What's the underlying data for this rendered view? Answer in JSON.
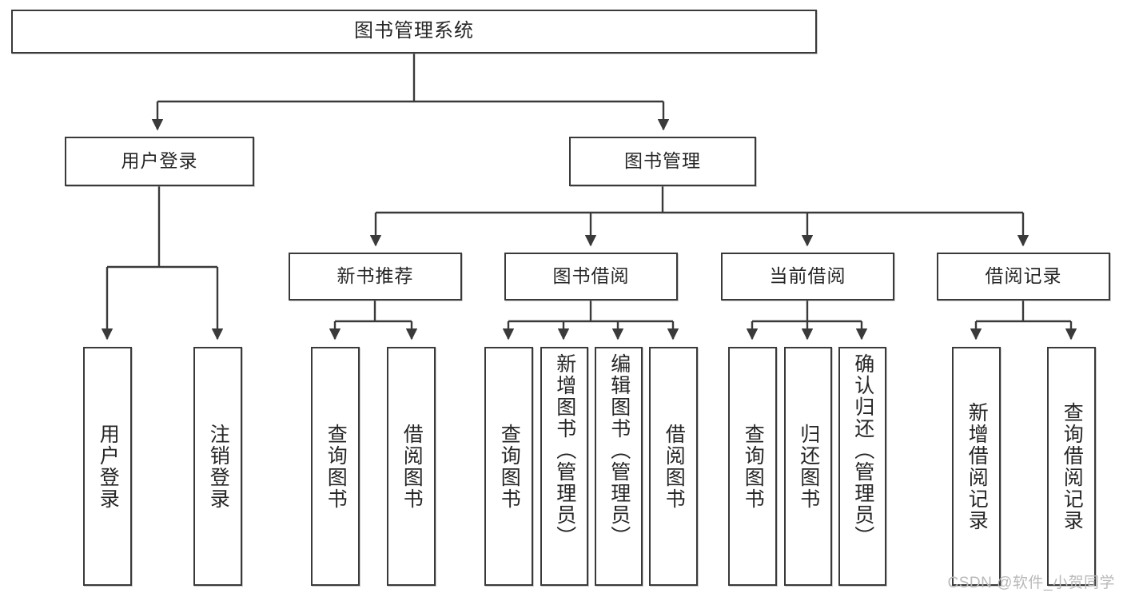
{
  "diagram": {
    "title": "图书管理系统",
    "type": "tree-hierarchy-chart",
    "colors": {
      "background": "#ffffff",
      "node_border": "#3a3a3a",
      "node_fill": "#ffffff",
      "edge": "#3a3a3a",
      "text": "#262626",
      "watermark": "#b9b9b9"
    },
    "levels": {
      "root": "图书管理系统",
      "level2": [
        "用户登录",
        "图书管理"
      ],
      "level3": [
        "新书推荐",
        "图书借阅",
        "当前借阅",
        "借阅记录"
      ]
    },
    "nodes": {
      "root": {
        "label": "图书管理系统"
      },
      "user_login": {
        "label": "用户登录"
      },
      "book_manage": {
        "label": "图书管理"
      },
      "new_book_rec": {
        "label": "新书推荐"
      },
      "book_borrow": {
        "label": "图书借阅"
      },
      "current_borrow": {
        "label": "当前借阅"
      },
      "borrow_record": {
        "label": "借阅记录"
      },
      "leaf_user_login": {
        "label": "用户登录"
      },
      "leaf_logout": {
        "label": "注销登录"
      },
      "leaf_query_book_a": {
        "label": "查询图书"
      },
      "leaf_borrow_book_a": {
        "label": "借阅图书"
      },
      "leaf_query_book_b": {
        "label": "查询图书"
      },
      "leaf_add_book": {
        "label": "新增图书（管理员）"
      },
      "leaf_edit_book": {
        "label": "编辑图书（管理员）"
      },
      "leaf_borrow_book_b": {
        "label": "借阅图书"
      },
      "leaf_query_book_c": {
        "label": "查询图书"
      },
      "leaf_return_book": {
        "label": "归还图书"
      },
      "leaf_confirm_return": {
        "label": "确认归还（管理员）"
      },
      "leaf_add_record": {
        "label": "新增借阅记录"
      },
      "leaf_query_record": {
        "label": "查询借阅记录"
      }
    },
    "edges": [
      {
        "from": "root",
        "to": "user_login"
      },
      {
        "from": "root",
        "to": "book_manage"
      },
      {
        "from": "user_login",
        "to": "leaf_user_login"
      },
      {
        "from": "user_login",
        "to": "leaf_logout"
      },
      {
        "from": "book_manage",
        "to": "new_book_rec"
      },
      {
        "from": "book_manage",
        "to": "book_borrow"
      },
      {
        "from": "book_manage",
        "to": "current_borrow"
      },
      {
        "from": "book_manage",
        "to": "borrow_record"
      },
      {
        "from": "new_book_rec",
        "to": "leaf_query_book_a"
      },
      {
        "from": "new_book_rec",
        "to": "leaf_borrow_book_a"
      },
      {
        "from": "book_borrow",
        "to": "leaf_query_book_b"
      },
      {
        "from": "book_borrow",
        "to": "leaf_add_book"
      },
      {
        "from": "book_borrow",
        "to": "leaf_edit_book"
      },
      {
        "from": "book_borrow",
        "to": "leaf_borrow_book_b"
      },
      {
        "from": "current_borrow",
        "to": "leaf_query_book_c"
      },
      {
        "from": "current_borrow",
        "to": "leaf_return_book"
      },
      {
        "from": "current_borrow",
        "to": "leaf_confirm_return"
      },
      {
        "from": "borrow_record",
        "to": "leaf_add_record"
      },
      {
        "from": "borrow_record",
        "to": "leaf_query_record"
      }
    ]
  },
  "watermark": {
    "text": "CSDN @软件_小贺同学"
  }
}
